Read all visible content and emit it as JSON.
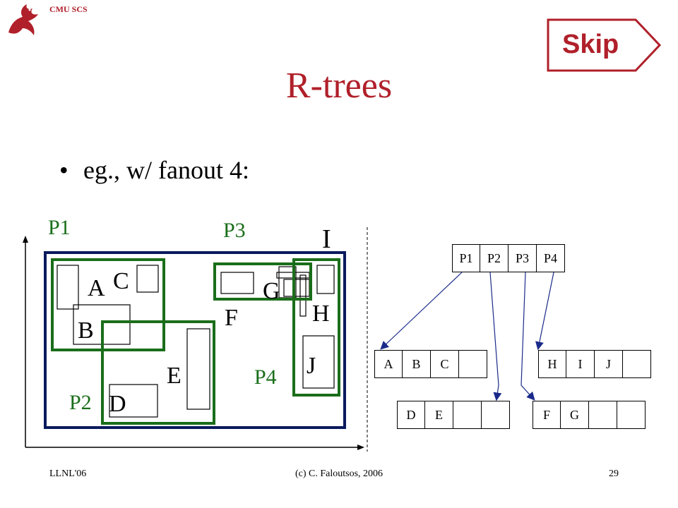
{
  "header": {
    "label": "CMU SCS"
  },
  "skip": {
    "label": "Skip"
  },
  "title": "R-trees",
  "bullet": {
    "text": "eg., w/ fanout 4:"
  },
  "diagram": {
    "region_labels": {
      "p1": "P1",
      "p2": "P2",
      "p3": "P3",
      "p4": "P4"
    },
    "point_labels": {
      "a": "A",
      "b": "B",
      "c": "C",
      "d": "D",
      "e": "E",
      "f": "F",
      "g": "G",
      "h": "H",
      "i": "I",
      "j": "J"
    }
  },
  "tree": {
    "root": [
      "P1",
      "P2",
      "P3",
      "P4"
    ],
    "leaf_abc": [
      "A",
      "B",
      "C",
      ""
    ],
    "leaf_hij": [
      "H",
      "I",
      "J",
      ""
    ],
    "leaf_de": [
      "D",
      "E",
      "",
      ""
    ],
    "leaf_fg": [
      "F",
      "G",
      "",
      ""
    ]
  },
  "footer": {
    "left": "LLNL'06",
    "center": "(c) C. Faloutsos, 2006",
    "right": "29"
  },
  "colors": {
    "maroon": "#b0202a",
    "green": "#1a6e1a",
    "navy": "#0a1a5c"
  }
}
